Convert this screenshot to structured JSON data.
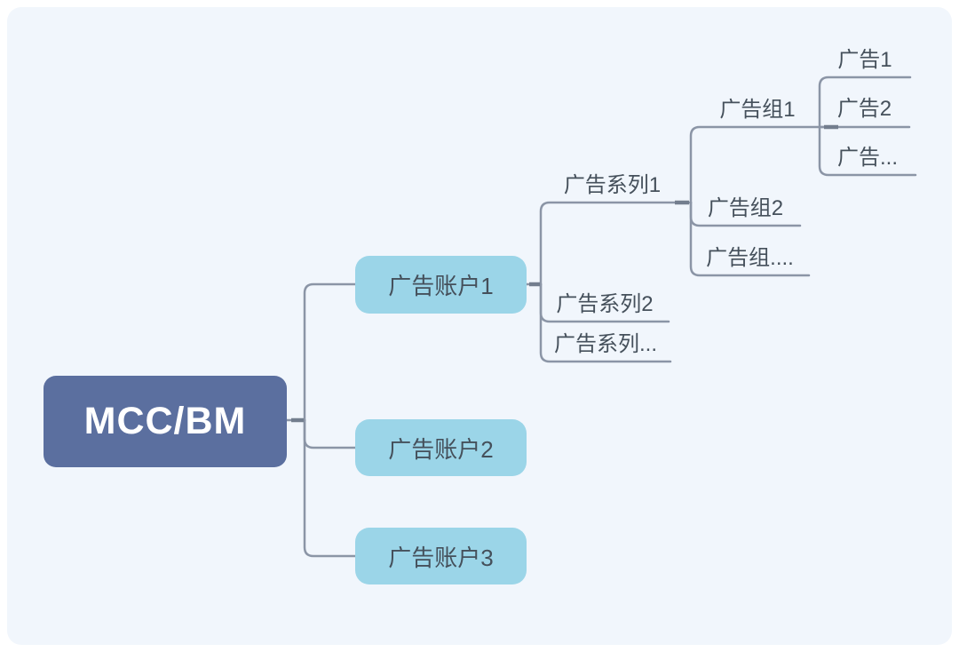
{
  "theme": {
    "bg": "#f1f6fc",
    "line": "#8b95a6",
    "junction": "#737e8e",
    "root-fill": "#5b6f9f",
    "root-text": "#ffffff",
    "account-fill": "#9bd5e8",
    "node-text": "#45505b"
  },
  "tree": {
    "root": {
      "label": "MCC/BM"
    },
    "accounts": [
      {
        "label": "广告账户1"
      },
      {
        "label": "广告账户2"
      },
      {
        "label": "广告账户3"
      }
    ],
    "campaigns": [
      {
        "label": "广告系列1"
      },
      {
        "label": "广告系列2"
      },
      {
        "label": "广告系列..."
      }
    ],
    "adgroups": [
      {
        "label": "广告组1"
      },
      {
        "label": "广告组2"
      },
      {
        "label": "广告组...."
      }
    ],
    "ads": [
      {
        "label": "广告1"
      },
      {
        "label": "广告2"
      },
      {
        "label": "广告..."
      }
    ]
  }
}
